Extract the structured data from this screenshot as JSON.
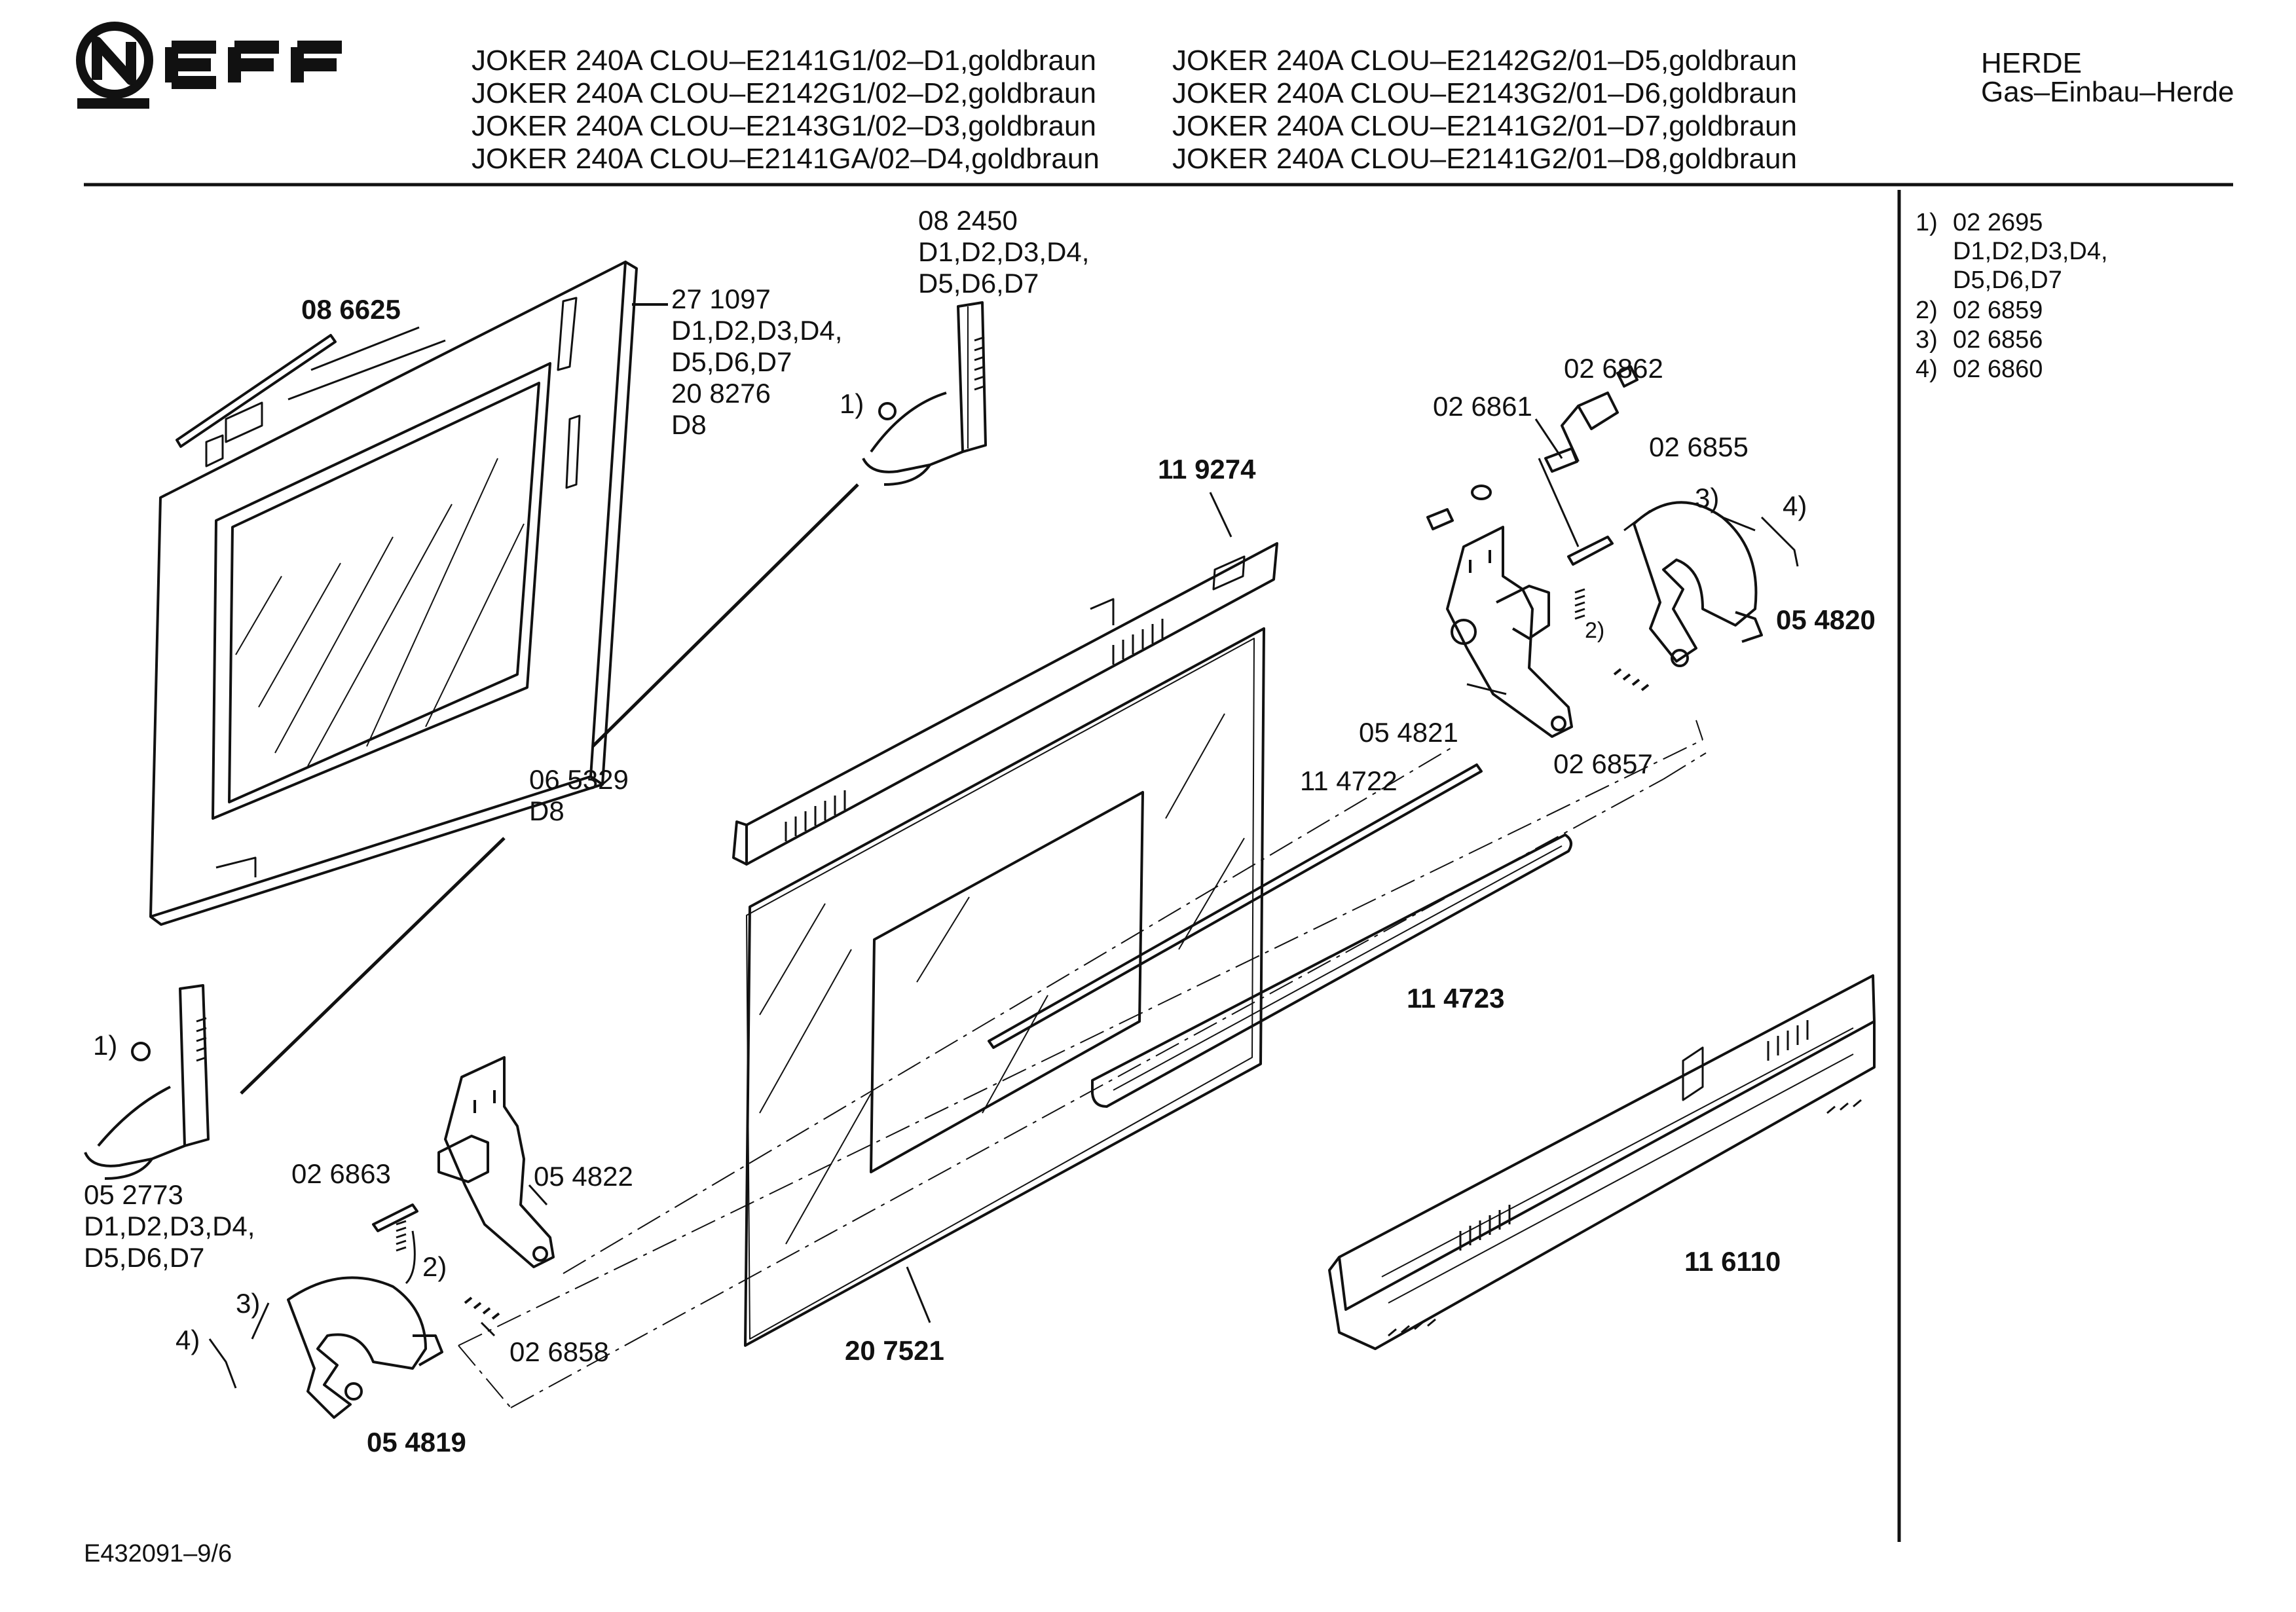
{
  "brand": "NEFF",
  "models": [
    "JOKER 240A CLOU–E2141G1/02–D1,goldbraun",
    "JOKER 240A CLOU–E2142G1/02–D2,goldbraun",
    "JOKER 240A CLOU–E2143G1/02–D3,goldbraun",
    "JOKER 240A CLOU–E2141GA/02–D4,goldbraun",
    "JOKER 240A CLOU–E2142G2/01–D5,goldbraun",
    "JOKER 240A CLOU–E2143G2/01–D6,goldbraun",
    "JOKER 240A CLOU–E2141G2/01–D7,goldbraun",
    "JOKER 240A CLOU–E2141G2/01–D8,goldbraun"
  ],
  "category": {
    "line1": "HERDE",
    "line2": "Gas–Einbau–Herde"
  },
  "legend": [
    {
      "key": "1)",
      "part": "02 2695",
      "note1": "D1,D2,D3,D4,",
      "note2": "D5,D6,D7"
    },
    {
      "key": "2)",
      "part": "02 6859"
    },
    {
      "key": "3)",
      "part": "02 6856"
    },
    {
      "key": "4)",
      "part": "02 6860"
    }
  ],
  "parts": {
    "p086625": "08 6625",
    "p271097": [
      "27 1097",
      "D1,D2,D3,D4,",
      "D5,D6,D7",
      "20 8276",
      "D8"
    ],
    "p082450": [
      "08 2450",
      "D1,D2,D3,D4,",
      "D5,D6,D7"
    ],
    "p119274": "11 9274",
    "p026862": "02 6862",
    "p026861": "02 6861",
    "p026855": "02 6855",
    "p054820": "05 4820",
    "p054821": "05 4821",
    "p026857": "02 6857",
    "p114722": "11 4722",
    "p065329": [
      "06 5329",
      "D8"
    ],
    "p114723": "11 4723",
    "p052773": [
      "05 2773",
      "D1,D2,D3,D4,",
      "D5,D6,D7"
    ],
    "p026863": "02 6863",
    "p054822": "05 4822",
    "p026858": "02 6858",
    "p207521": "20 7521",
    "p054819": "05 4819",
    "p116110": "11 6110"
  },
  "callouts": {
    "c1_top": "1)",
    "c1_left": "1)",
    "c2_right": "2)",
    "c2_left": "2)",
    "c3_right": "3)",
    "c3_left": "3)",
    "c4_right": "4)",
    "c4_left": "4)"
  },
  "footer": "E432091–9/6"
}
